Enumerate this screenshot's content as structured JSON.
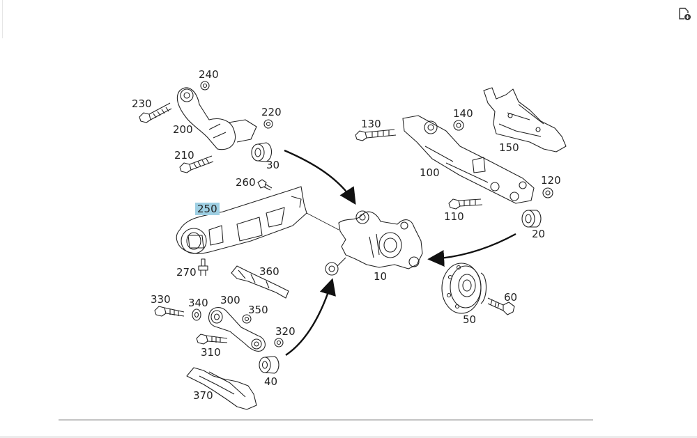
{
  "callouts": [
    "10",
    "20",
    "30",
    "40",
    "50",
    "60",
    "100",
    "110",
    "120",
    "130",
    "140",
    "150",
    "200",
    "210",
    "220",
    "230",
    "240",
    "250",
    "260",
    "270",
    "300",
    "310",
    "320",
    "330",
    "340",
    "350",
    "360",
    "370"
  ],
  "selected_callout": "250",
  "icons": {
    "export": "export-page-icon"
  },
  "colors": {
    "highlight": "#9ecfe3",
    "line": "#222222",
    "separator": "#888888"
  }
}
